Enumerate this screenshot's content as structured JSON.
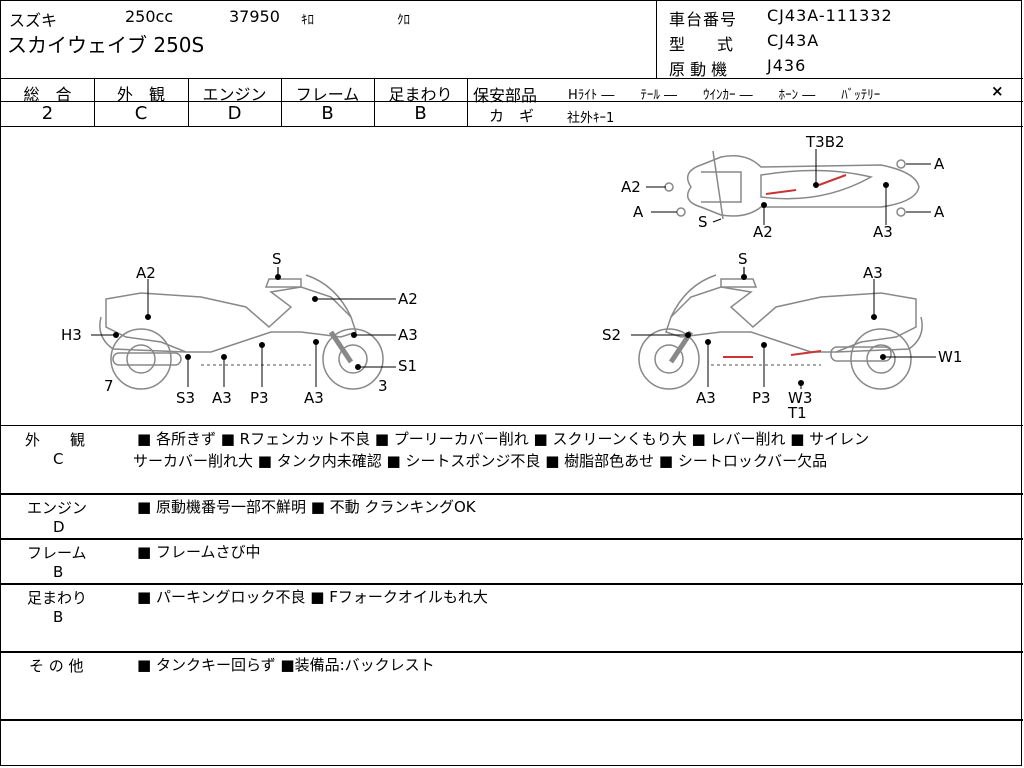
{
  "header": {
    "maker": "スズキ",
    "displacement": "250cc",
    "mileage": "37950",
    "mileage_unit": "ｷﾛ",
    "color": "ｸﾛ",
    "model_name": "スカイウェイブ 250S",
    "chassis_label": "車台番号",
    "chassis_value": "CJ43A-111332",
    "type_label": "型　　式",
    "type_value": "CJ43A",
    "engine_label": "原 動 機",
    "engine_value": "J436"
  },
  "grades": [
    {
      "label": "総　合",
      "value": "2"
    },
    {
      "label": "外　観",
      "value": "C"
    },
    {
      "label": "エンジン",
      "value": "D"
    },
    {
      "label": "フレーム",
      "value": "B"
    },
    {
      "label": "足まわり",
      "value": "B"
    }
  ],
  "safety": {
    "label": "保安部品",
    "items": "Hﾗｲﾄ  ―　　ﾃｰﾙ  ―　　ｳｲﾝｶｰ  ―　　ﾎｰﾝ  ―　　ﾊﾞｯﾃﾘｰ",
    "battery_mark": "×",
    "key_label": "カ　ギ",
    "key_value": "社外ｷｰ1"
  },
  "diagram_labels": {
    "left_side": [
      "A2",
      "S",
      "A2",
      "H3",
      "A3",
      "S1",
      "7",
      "S3",
      "A3",
      "P3",
      "A3",
      "3"
    ],
    "right_side": [
      "S",
      "A3",
      "S2",
      "W1",
      "A3",
      "P3",
      "W3",
      "T1"
    ],
    "top_view": [
      "T3B2",
      "A",
      "A2",
      "A",
      "S",
      "A2",
      "A3",
      "A"
    ]
  },
  "remarks": [
    {
      "label": "外　　観",
      "grade": "C",
      "lines": [
        "■ 各所きず ■ Rフェンカット不良 ■ プーリーカバー削れ ■ スクリーンくもり大 ■ レバー削れ ■ サイレン",
        "サーカバー削れ大 ■ タンク内未確認 ■ シートスポンジ不良 ■ 樹脂部色あせ ■ シートロックバー欠品"
      ]
    },
    {
      "label": "エンジン",
      "grade": "D",
      "lines": [
        "■ 原動機番号一部不鮮明 ■ 不動 クランキングOK"
      ]
    },
    {
      "label": "フレーム",
      "grade": "B",
      "lines": [
        "■ フレームさび中"
      ]
    },
    {
      "label": "足まわり",
      "grade": "B",
      "lines": [
        "■ パーキングロック不良 ■ Fフォークオイルもれ大"
      ]
    },
    {
      "label": "そ の 他",
      "grade": "",
      "lines": [
        "■ タンクキー回らず ■装備品:バックレスト"
      ]
    }
  ]
}
